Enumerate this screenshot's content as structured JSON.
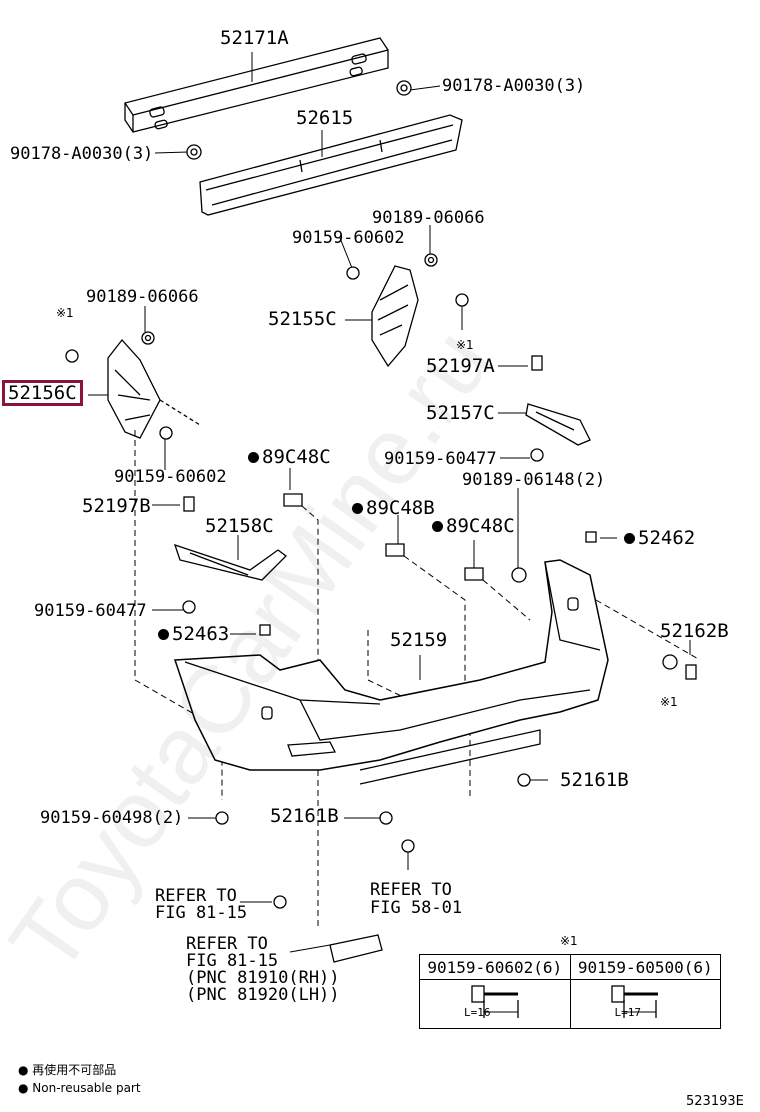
{
  "callouts": {
    "p52171A": "52171A",
    "p90178_right": "90178-A0030(3)",
    "p90178_left": "90178-A0030(3)",
    "p52615": "52615",
    "p90189_top": "90189-06066",
    "p90159_60602_top": "90159-60602",
    "p90189_left": "90189-06066",
    "p52155C": "52155C",
    "p52156C": "52156C",
    "p52197A": "52197A",
    "p52157C": "52157C",
    "p90159_60602_left": "90159-60602",
    "p90159_60477_right": "90159-60477",
    "p89C48C_top": "89C48C",
    "p90189_06148": "90189-06148(2)",
    "p52197B": "52197B",
    "p89C48B": "89C48B",
    "p89C48C_mid": "89C48C",
    "p52158C": "52158C",
    "p52462": "52462",
    "p90159_60477_left": "90159-60477",
    "p52463": "52463",
    "p52159": "52159",
    "p52162B": "52162B",
    "p52161B_right": "52161B",
    "p90159_60498": "90159-60498(2)",
    "p52161B_left": "52161B",
    "refer_58_line1": "REFER TO",
    "refer_58_line2": "FIG 58-01",
    "refer_81a_line1": "REFER TO",
    "refer_81a_line2": "FIG 81-15",
    "refer_81b_line1": "REFER TO",
    "refer_81b_line2": "FIG 81-15",
    "refer_81b_line3": "(PNC 81910(RH))",
    "refer_81b_line4": "(PNC 81920(LH))"
  },
  "marks": {
    "kome_a": "※1",
    "kome_b": "※1",
    "kome_c": "※1",
    "kome_table": "※1"
  },
  "fastener_table": {
    "col1_header": "90159-60602(6)",
    "col2_header": "90159-60500(6)",
    "col1_length": "L=16",
    "col2_length": "L=17"
  },
  "legend": {
    "jp": "● 再使用不可部品",
    "en": "● Non-reusable part"
  },
  "diagram_code": "523193E",
  "watermark": "ToyotaCarMine.ru",
  "highlight_color": "#8a1538"
}
